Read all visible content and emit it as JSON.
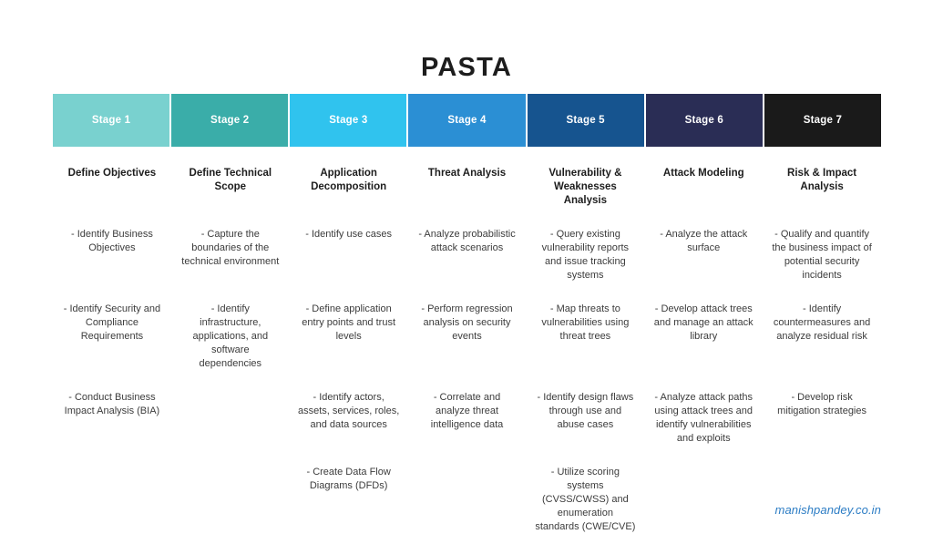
{
  "title": "PASTA",
  "watermark": "manishpandey.co.in",
  "colors": {
    "stage1": "#79d1cf",
    "stage2": "#3aada9",
    "stage3": "#30c3ee",
    "stage4": "#2b8fd4",
    "stage5": "#16548f",
    "stage6": "#2a2d55",
    "stage7": "#1a1a1a",
    "title_text": "#1d1d1d",
    "body_text": "#3c3c3c",
    "watermark": "#2b7cc4",
    "background": "#ffffff"
  },
  "columns": [
    {
      "stage_label": "Stage 1",
      "title": "Define Objectives",
      "items": [
        "- Identify Business Objectives",
        "- Identify Security and Compliance Requirements",
        "- Conduct Business Impact Analysis (BIA)",
        ""
      ]
    },
    {
      "stage_label": "Stage 2",
      "title": "Define Technical Scope",
      "items": [
        "- Capture the boundaries of the technical environment",
        "- Identify infrastructure, applications, and software dependencies",
        "",
        ""
      ]
    },
    {
      "stage_label": "Stage 3",
      "title": "Application Decomposition",
      "items": [
        "- Identify use cases",
        "- Define application entry points and trust levels",
        "- Identify actors, assets, services, roles, and data sources",
        "- Create Data Flow Diagrams (DFDs)"
      ]
    },
    {
      "stage_label": "Stage 4",
      "title": "Threat Analysis",
      "items": [
        "- Analyze probabilistic attack scenarios",
        "- Perform regression analysis on security events",
        "- Correlate and analyze threat intelligence data",
        ""
      ]
    },
    {
      "stage_label": "Stage 5",
      "title": "Vulnerability & Weaknesses Analysis",
      "items": [
        "- Query existing vulnerability reports and issue tracking systems",
        "- Map threats to vulnerabilities using threat trees",
        "- Identify design flaws through use and abuse cases",
        "- Utilize scoring systems (CVSS/CWSS) and enumeration standards (CWE/CVE)"
      ]
    },
    {
      "stage_label": "Stage 6",
      "title": "Attack Modeling",
      "items": [
        "- Analyze the attack surface",
        "- Develop attack trees and manage an attack library",
        "- Analyze attack paths using attack trees and identify vulnerabilities and exploits",
        ""
      ]
    },
    {
      "stage_label": "Stage 7",
      "title": "Risk & Impact Analysis",
      "items": [
        "- Qualify and quantify the business impact of potential security incidents",
        "- Identify countermeasures and analyze residual risk",
        "- Develop risk mitigation strategies",
        ""
      ]
    }
  ]
}
